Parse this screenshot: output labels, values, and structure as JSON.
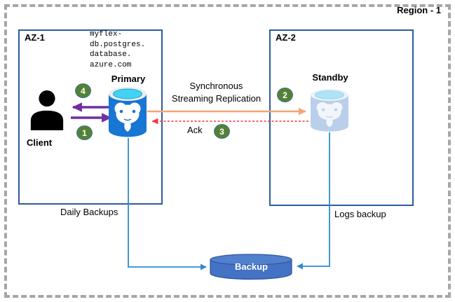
{
  "region": {
    "label": "Region - 1"
  },
  "zones": [
    {
      "label": "AZ-1"
    },
    {
      "label": "AZ-2"
    }
  ],
  "nodes": {
    "client": {
      "label": "Client",
      "icon": "person-icon"
    },
    "primary": {
      "label": "Primary",
      "icon": "postgresql-database-icon",
      "hostname_lines": [
        "myflex-",
        "db.postgres.",
        "database.",
        "azure.com"
      ]
    },
    "standby": {
      "label": "Standby",
      "icon": "postgresql-database-icon-faded"
    },
    "backup": {
      "label": "Backup",
      "icon": "database-cylinder-icon"
    }
  },
  "flows": {
    "replication": {
      "line1": "Synchronous",
      "line2": "Streaming Replication"
    },
    "ack": {
      "label": "Ack"
    },
    "daily_backups": {
      "label": "Daily Backups"
    },
    "logs_backup": {
      "label": "Logs backup"
    }
  },
  "steps": [
    "1",
    "2",
    "3",
    "4"
  ],
  "colors": {
    "region-border": "#a6a6a6",
    "az-border": "#2e5b9c",
    "purple-arrow": "#7030a0",
    "orange-arrow": "#f2a572",
    "red-arrow": "#ff3232",
    "connector-blue": "#2e8bce",
    "step-green": "#548235",
    "step-border": "#41719c",
    "primary-blue": "#1876d4",
    "standby-blue": "#b9cfea",
    "cyan-top": "#45d2f2",
    "backup-fill": "#4472c4",
    "backup-stroke": "#2f5597"
  }
}
